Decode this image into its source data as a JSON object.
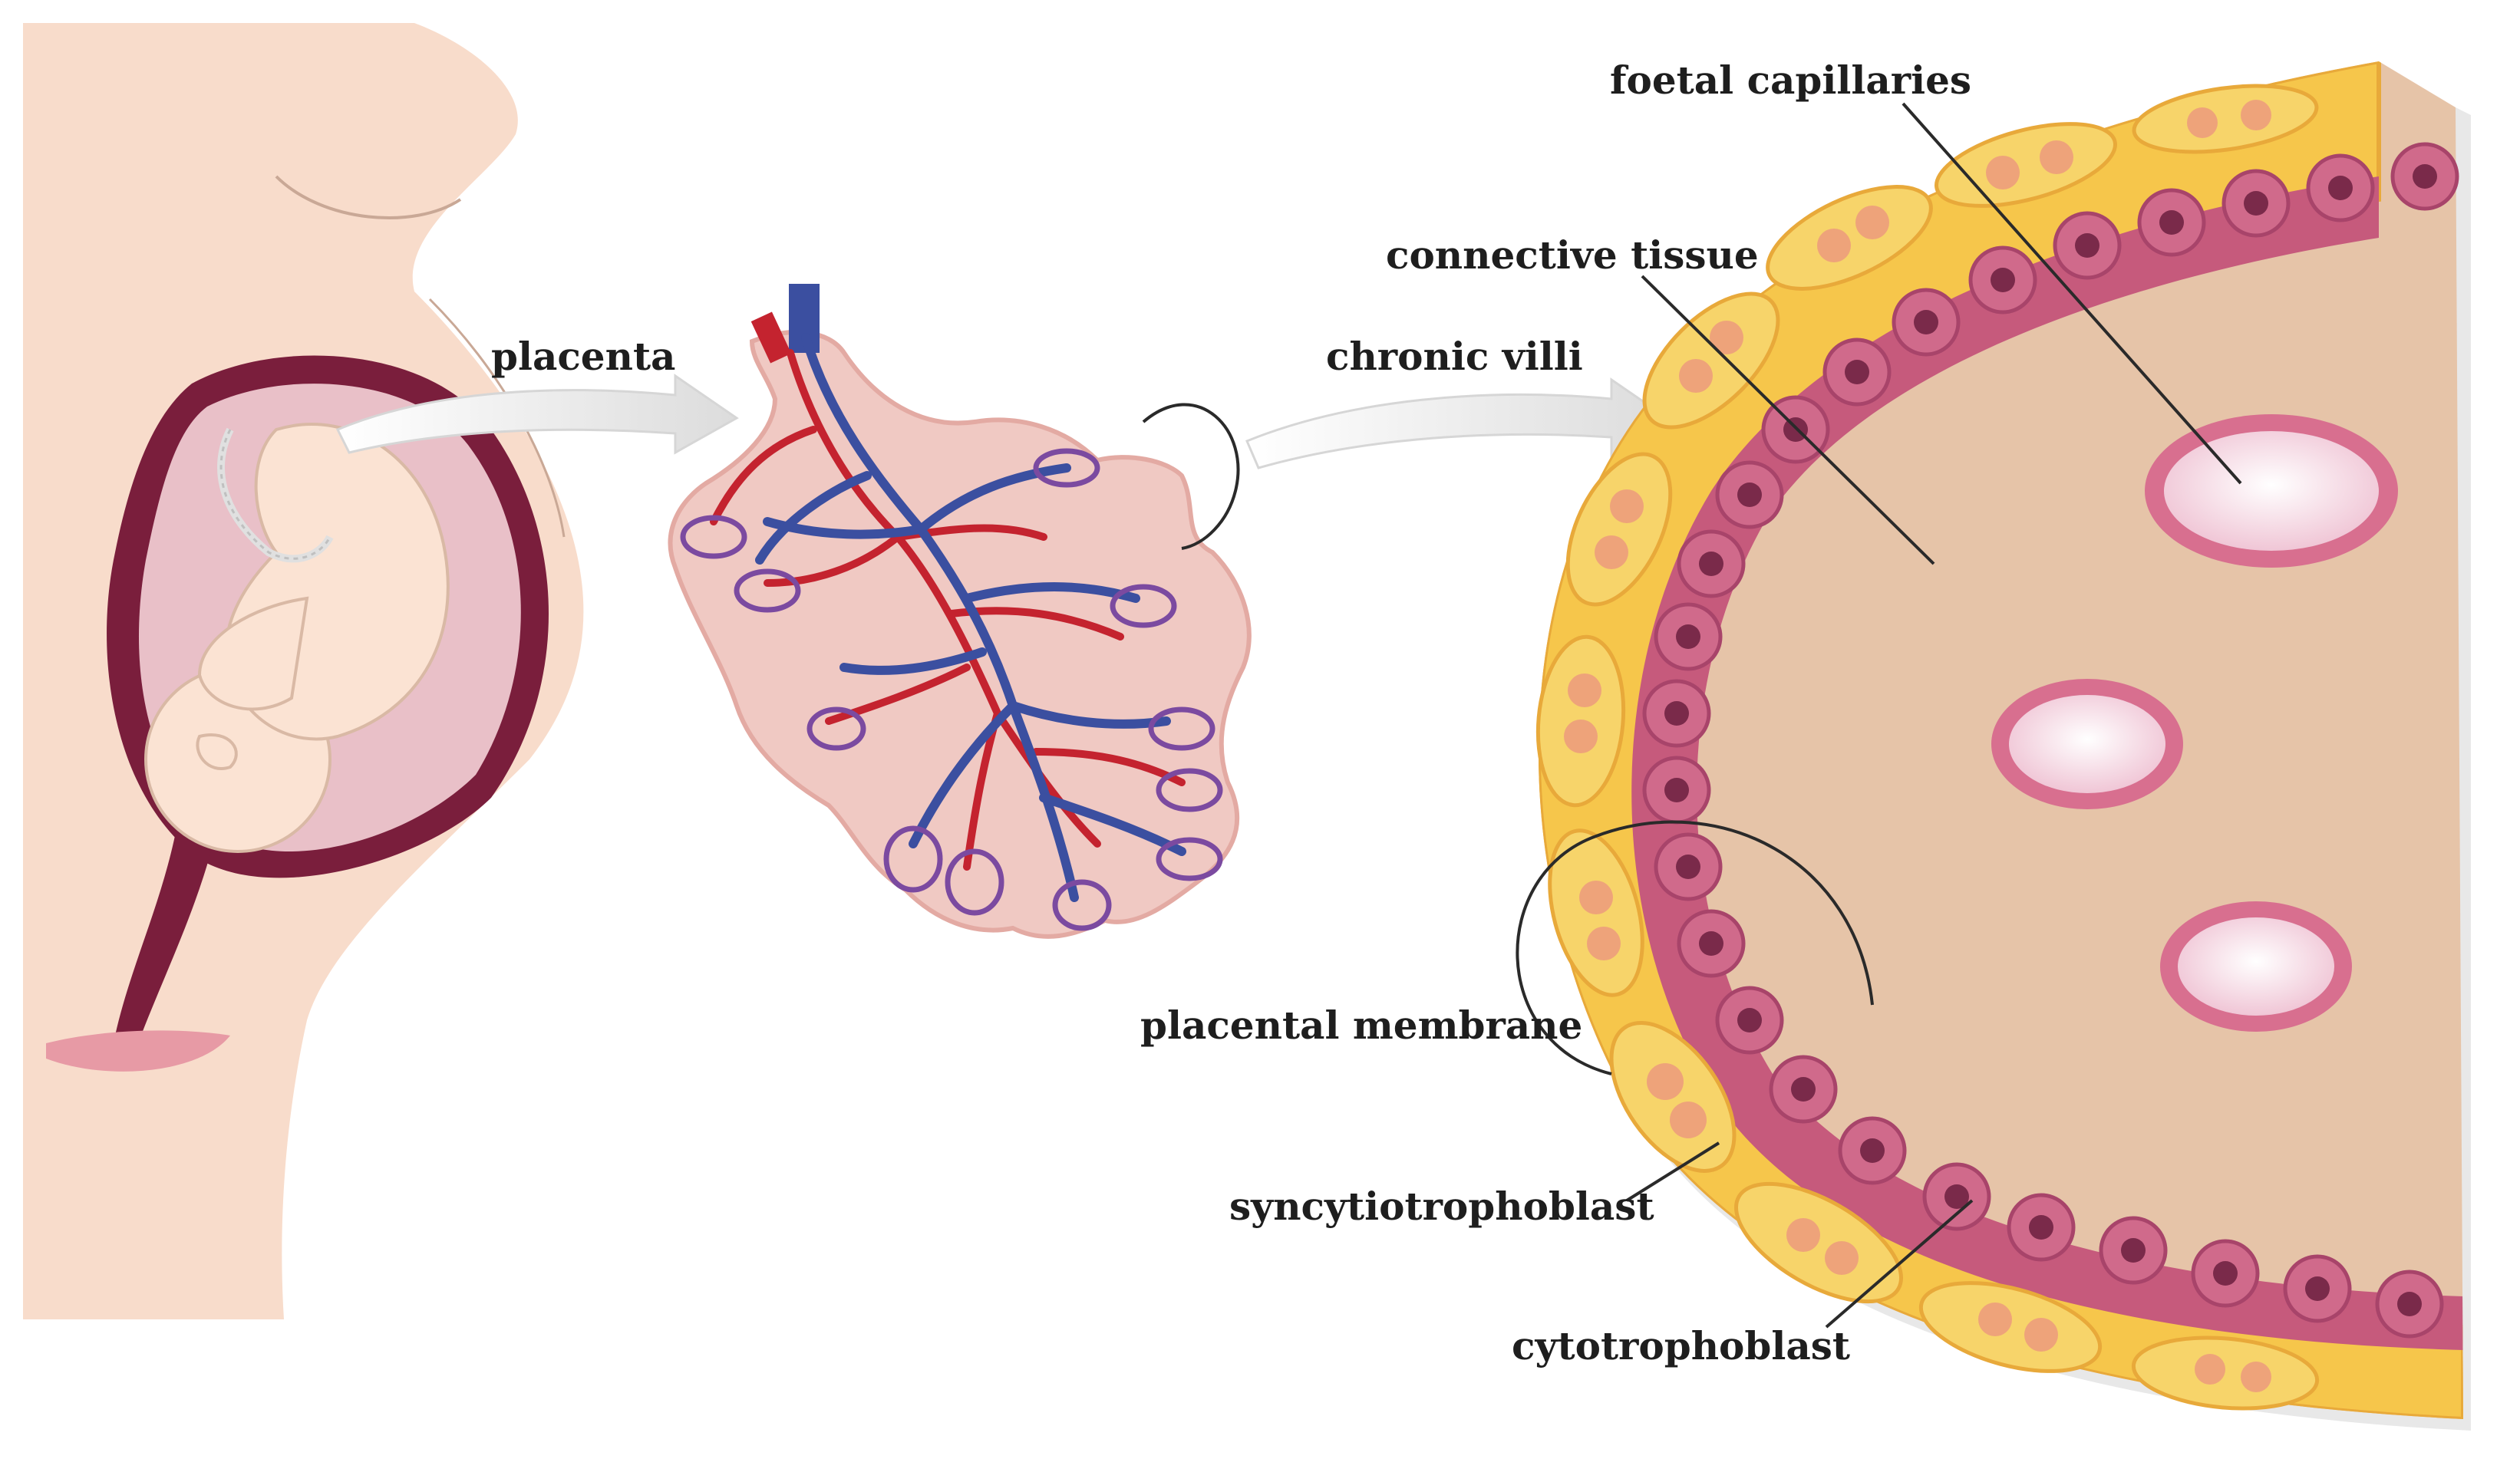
{
  "labels": {
    "placenta": "placenta",
    "chronic_villi": "chronic villi",
    "foetal_capillaries": "foetal capillaries",
    "connective_tissue": "connective tissue",
    "placental_membrane": "placental membrane",
    "syncytiotrophoblast": "syncytiotrophoblast",
    "cytotrophoblast": "cytotrophoblast"
  },
  "colors": {
    "skin": "#f8dccb",
    "uterus_wall": "#7a1e3c",
    "amniotic": "#e9c0c8",
    "villus_pink": "#f0c9c3",
    "artery_red": "#c4232f",
    "vein_blue": "#3b4fa0",
    "syncytio_yellow": "#f6c64b",
    "syncytio_nucleus": "#eea37a",
    "cyto_pink": "#c65a7c",
    "cyto_nucleus": "#7a2a4a",
    "connective": "#e6c4a8",
    "capillary_rim": "#d86f8f",
    "capillary_lumen": "#f6d7e3",
    "arrow_grey": "#e4e4e4",
    "text": "#1e1e1e"
  }
}
